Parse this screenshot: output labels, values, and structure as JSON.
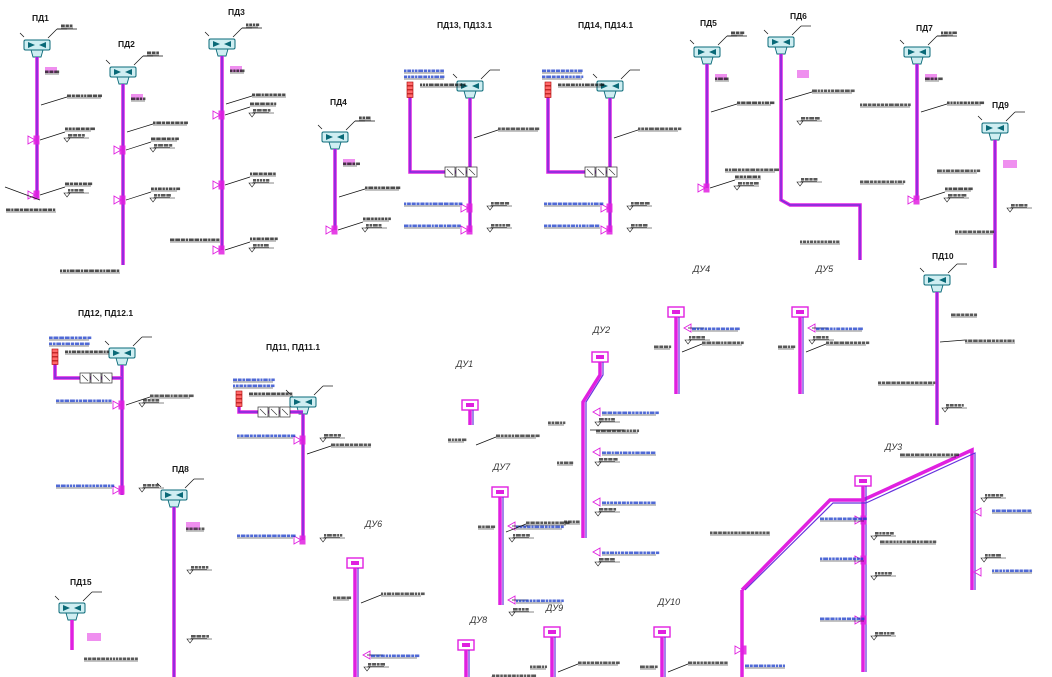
{
  "systems": [
    {
      "label": "ПД1"
    },
    {
      "label": "ПД2"
    },
    {
      "label": "ПД3"
    },
    {
      "label": "ПД4"
    },
    {
      "label": "ПД13, ПД13.1"
    },
    {
      "label": "ПД14, ПД14.1"
    },
    {
      "label": "ПД5"
    },
    {
      "label": "ПД6"
    },
    {
      "label": "ПД7"
    },
    {
      "label": "ПД9"
    },
    {
      "label": "ПД10"
    },
    {
      "label": "ПД12, ПД12.1"
    },
    {
      "label": "ПД11, ПД11.1"
    },
    {
      "label": "ПД8"
    },
    {
      "label": "ПД15"
    },
    {
      "label": "ДУ4"
    },
    {
      "label": "ДУ5"
    },
    {
      "label": "ДУ2"
    },
    {
      "label": "ДУ1"
    },
    {
      "label": "ДУ7"
    },
    {
      "label": "ДУ6"
    },
    {
      "label": "ДУ3"
    },
    {
      "label": "ДУ8"
    },
    {
      "label": "ДУ9"
    },
    {
      "label": "ДУ10"
    }
  ],
  "colors": {
    "duct_magenta": "#e020e0",
    "duct_inner_violet": "#6633dd",
    "fan_fill": "#cfeef2",
    "fan_stroke": "#0a6a78",
    "callout_blue": "#1638c8",
    "line_black": "#111111",
    "valve_red": "#ff6a6a"
  },
  "icons": [
    "roof-fan-icon",
    "fire-damper-icon",
    "supply-grille-icon",
    "valve-icon"
  ]
}
